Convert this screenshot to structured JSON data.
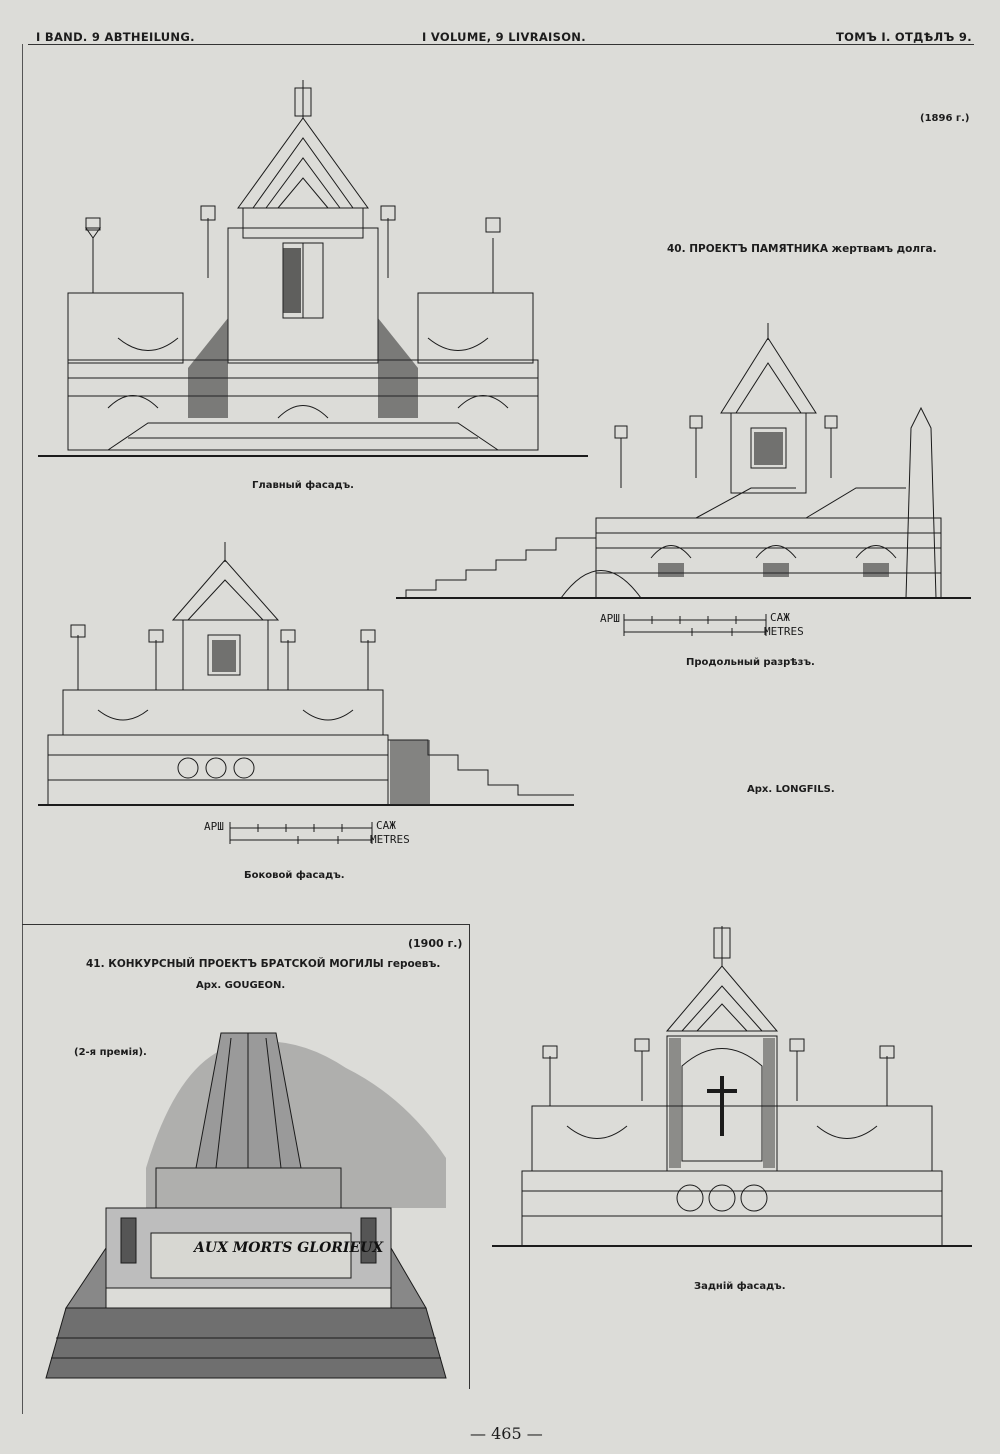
{
  "header": {
    "left": "I BAND. 9 ABTHEILUNG.",
    "center": "I VOLUME, 9 LIVRAISON.",
    "right": "ТОМЪ I. ОТДѢЛЪ 9."
  },
  "plate40": {
    "year": "(1896 г.)",
    "title": "40. ПРОЕКТЪ ПАМЯТНИКА жертвамъ долга.",
    "main_facade": "Главный фасадъ.",
    "section": "Продольный разрѣзъ.",
    "side_facade": "Боковой фасадъ.",
    "rear_facade": "Задній фасадъ.",
    "architect": "Арх. LONGFILS.",
    "scale_top_left": "АРШ",
    "scale_top_right": "САЖ",
    "scale_bottom_right": "METRES"
  },
  "plate41": {
    "year": "(1900 г.)",
    "title": "41. КОНКУРСНЫЙ ПРОЕКТЪ БРАТСКОЙ МОГИЛЫ героевъ.",
    "architect": "Арх. GOUGEON.",
    "prize": "(2-я премія).",
    "inscription": "AUX MORTS GLORIEUX"
  },
  "footer": {
    "page_number": "— 465 —"
  },
  "colors": {
    "paper": "#dcdcd8",
    "ink": "#1b1b1b"
  }
}
